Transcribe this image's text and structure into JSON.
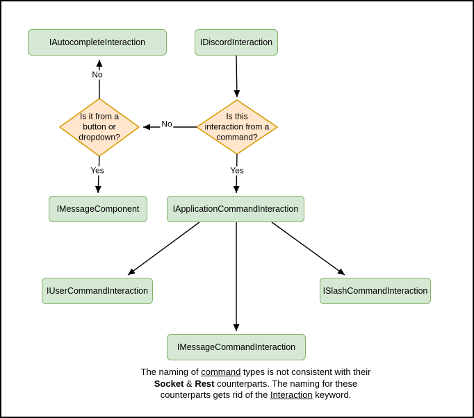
{
  "diagram": {
    "nodes": {
      "autocomplete": {
        "label": "IAutocompleteInteraction"
      },
      "discord": {
        "label": "IDiscordInteraction"
      },
      "message_component": {
        "label": "IMessageComponent"
      },
      "application_command": {
        "label": "IApplicationCommandInteraction"
      },
      "user_command": {
        "label": "IUserCommandInteraction"
      },
      "slash_command": {
        "label": "ISlashCommandInteraction"
      },
      "message_command": {
        "label": "IMessageCommandInteraction"
      }
    },
    "decisions": {
      "button_dropdown": {
        "label": "Is it from a\nbutton or\ndropdown?"
      },
      "from_command": {
        "label": "Is this\ninteraction from a\ncommand?"
      }
    },
    "edge_labels": {
      "no_top": "No",
      "no_mid": "No",
      "yes_left": "Yes",
      "yes_right": "Yes"
    },
    "colors": {
      "node_fill": "#d5e8d4",
      "node_stroke": "#82b366",
      "decision_fill": "#ffe6cc",
      "decision_stroke": "#d79b00",
      "arrow": "#000000",
      "background": "#ffffff",
      "frame_border": "#000000"
    },
    "note": {
      "seg1": "The naming of ",
      "seg2": "command",
      "seg3": " types is not consistent with their\n",
      "seg4": "Socket",
      "seg5": " & ",
      "seg6": "Rest",
      "seg7": " counterparts. The naming for these\ncounterparts gets rid of the ",
      "seg8": "Interaction",
      "seg9": " keyword."
    }
  }
}
